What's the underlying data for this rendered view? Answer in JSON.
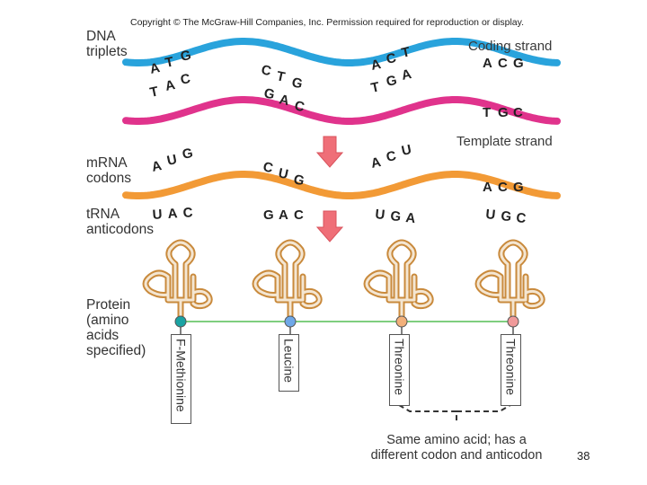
{
  "copyright": "Copyright © The McGraw-Hill Companies, Inc. Permission required for reproduction or display.",
  "labels": {
    "dna": "DNA\ntriplets",
    "mrna": "mRNA\ncodons",
    "trna": "tRNA\nanticodons",
    "protein": "Protein\n(amino\nacids\nspecified)"
  },
  "strands": {
    "coding": "Coding strand",
    "template": "Template strand"
  },
  "coding_triplets": [
    "ATG",
    "CTG",
    "ACT",
    "ACG"
  ],
  "template_triplets": [
    "TAC",
    "GAC",
    "TGA",
    "TGC"
  ],
  "mrna_codons": [
    "AUG",
    "CUG",
    "ACU",
    "ACG"
  ],
  "trna_anticodons": [
    "UAC",
    "GAC",
    "UGA",
    "UGC"
  ],
  "amino_acids": [
    "F-Methionine",
    "Leucine",
    "Threonine",
    "Threonine"
  ],
  "bead_colors": [
    "#1aa3a3",
    "#6fa8e8",
    "#f2b07a",
    "#f09a9a"
  ],
  "colors": {
    "dna_coding": "#29a3dc",
    "dna_template": "#e0338c",
    "mrna": "#f29a36",
    "trna": "#c98a3c",
    "arrow": "#ef6f78",
    "link": "#7fce7f"
  },
  "footer": "Same amino acid; has a\ndifferent codon and anticodon",
  "page_number": "38"
}
